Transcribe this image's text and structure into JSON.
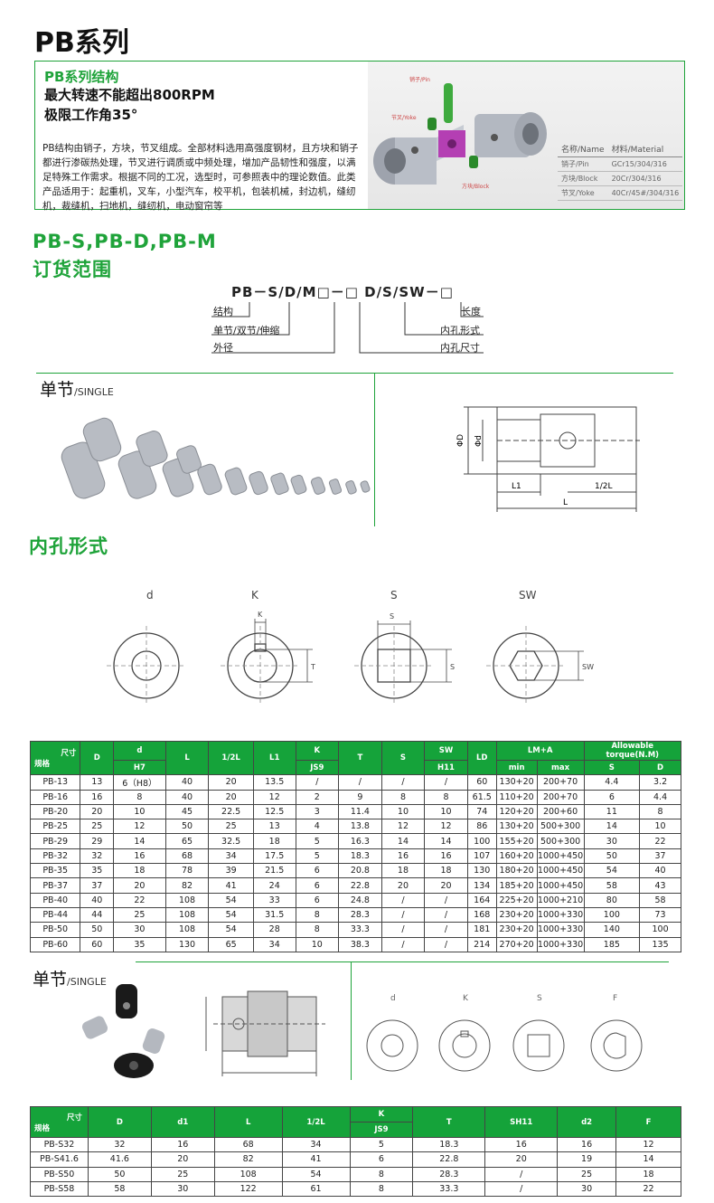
{
  "page_title": "PB系列",
  "structure": {
    "heading": "PB系列结构",
    "line1": "最大转速不能超出800RPM",
    "line2": "极限工作角35°",
    "body": "PB结构由销子，方块，节叉组成。全部材料选用高强度钢材，且方块和销子都进行渗碳热处理，节叉进行调质或中频处理，增加产品韧性和强度，以满足特殊工作需求。根据不同的工况，选型时，可参照表中的理论数值。此类产品适用于：起重机，叉车，小型汽车，校平机，包装机械，封边机，缝纫机，裁缝机，扫地机，缝纫机，电动窗帘等",
    "parts": {
      "pin": "销子\nPin",
      "yoke": "节叉\nYoke",
      "block": "方块\nBlock"
    },
    "materials": [
      [
        "名称/Name",
        "材料/Material"
      ],
      [
        "销子/Pin",
        "GCr15/304/316"
      ],
      [
        "方块/Block",
        "20Cr/304/316"
      ],
      [
        "节叉/Yoke",
        "40Cr/45#/304/316"
      ]
    ]
  },
  "order": {
    "title1": "PB-S,PB-D,PB-M",
    "title2": "订货范围",
    "code": "PB－S/D/M□－□ D/S/SW－□",
    "labels": {
      "structure": "结构",
      "type": "单节/双节/伸缩",
      "od": "外径",
      "length": "长度",
      "bore_form": "内孔形式",
      "bore_size": "内孔尺寸"
    }
  },
  "single1": {
    "title": "单节",
    "sub": "/SINGLE"
  },
  "dims1": {
    "od": "ΦD",
    "id": "Φd",
    "l1": "L1",
    "half": "1/2L",
    "l": "L"
  },
  "bore": {
    "title": "内孔形式",
    "types": [
      "d",
      "K",
      "S",
      "SW"
    ],
    "marks": {
      "k": "K",
      "t": "T",
      "s": "S",
      "sw": "SW"
    }
  },
  "table1": {
    "corner_top": "尺寸",
    "corner_bottom": "规格",
    "headers": [
      "D",
      "d",
      "L",
      "1/2L",
      "L1",
      "K",
      "T",
      "S",
      "SW",
      "LD",
      "LM+A",
      "Allowable torque(N.M)"
    ],
    "subheaders": {
      "d": "H7",
      "K": "JS9",
      "SW": "H11",
      "lm": [
        "min",
        "max"
      ],
      "torque": [
        "S",
        "D"
      ]
    },
    "rows": [
      [
        "PB-13",
        "13",
        "6（H8）",
        "40",
        "20",
        "13.5",
        "/",
        "/",
        "/",
        "/",
        "60",
        "130+20",
        "200+70",
        "4.4",
        "3.2"
      ],
      [
        "PB-16",
        "16",
        "8",
        "40",
        "20",
        "12",
        "2",
        "9",
        "8",
        "8",
        "61.5",
        "110+20",
        "200+70",
        "6",
        "4.4"
      ],
      [
        "PB-20",
        "20",
        "10",
        "45",
        "22.5",
        "12.5",
        "3",
        "11.4",
        "10",
        "10",
        "74",
        "120+20",
        "200+60",
        "11",
        "8"
      ],
      [
        "PB-25",
        "25",
        "12",
        "50",
        "25",
        "13",
        "4",
        "13.8",
        "12",
        "12",
        "86",
        "130+20",
        "500+300",
        "14",
        "10"
      ],
      [
        "PB-29",
        "29",
        "14",
        "65",
        "32.5",
        "18",
        "5",
        "16.3",
        "14",
        "14",
        "100",
        "155+20",
        "500+300",
        "30",
        "22"
      ],
      [
        "PB-32",
        "32",
        "16",
        "68",
        "34",
        "17.5",
        "5",
        "18.3",
        "16",
        "16",
        "107",
        "160+20",
        "1000+450",
        "50",
        "37"
      ],
      [
        "PB-35",
        "35",
        "18",
        "78",
        "39",
        "21.5",
        "6",
        "20.8",
        "18",
        "18",
        "130",
        "180+20",
        "1000+450",
        "54",
        "40"
      ],
      [
        "PB-37",
        "37",
        "20",
        "82",
        "41",
        "24",
        "6",
        "22.8",
        "20",
        "20",
        "134",
        "185+20",
        "1000+450",
        "58",
        "43"
      ],
      [
        "PB-40",
        "40",
        "22",
        "108",
        "54",
        "33",
        "6",
        "24.8",
        "/",
        "/",
        "164",
        "225+20",
        "1000+210",
        "80",
        "58"
      ],
      [
        "PB-44",
        "44",
        "25",
        "108",
        "54",
        "31.5",
        "8",
        "28.3",
        "/",
        "/",
        "168",
        "230+20",
        "1000+330",
        "100",
        "73"
      ],
      [
        "PB-50",
        "50",
        "30",
        "108",
        "54",
        "28",
        "8",
        "33.3",
        "/",
        "/",
        "181",
        "230+20",
        "1000+330",
        "140",
        "100"
      ],
      [
        "PB-60",
        "60",
        "35",
        "130",
        "65",
        "34",
        "10",
        "38.3",
        "/",
        "/",
        "214",
        "270+20",
        "1000+330",
        "185",
        "135"
      ]
    ]
  },
  "single2": {
    "title": "单节",
    "sub": "/SINGLE"
  },
  "bore2": {
    "types": [
      "d",
      "K",
      "S",
      "F"
    ]
  },
  "table2": {
    "corner_top": "尺寸",
    "corner_bottom": "规格",
    "headers": [
      "D",
      "d1",
      "L",
      "1/2L",
      "K",
      "T",
      "SH11",
      "d2",
      "F"
    ],
    "k_sub": "JS9",
    "rows": [
      [
        "PB-S32",
        "32",
        "16",
        "68",
        "34",
        "5",
        "18.3",
        "16",
        "16",
        "12"
      ],
      [
        "PB-S41.6",
        "41.6",
        "20",
        "82",
        "41",
        "6",
        "22.8",
        "20",
        "19",
        "14"
      ],
      [
        "PB-S50",
        "50",
        "25",
        "108",
        "54",
        "8",
        "28.3",
        "/",
        "25",
        "18"
      ],
      [
        "PB-S58",
        "58",
        "30",
        "122",
        "61",
        "8",
        "33.3",
        "/",
        "30",
        "22"
      ]
    ]
  }
}
